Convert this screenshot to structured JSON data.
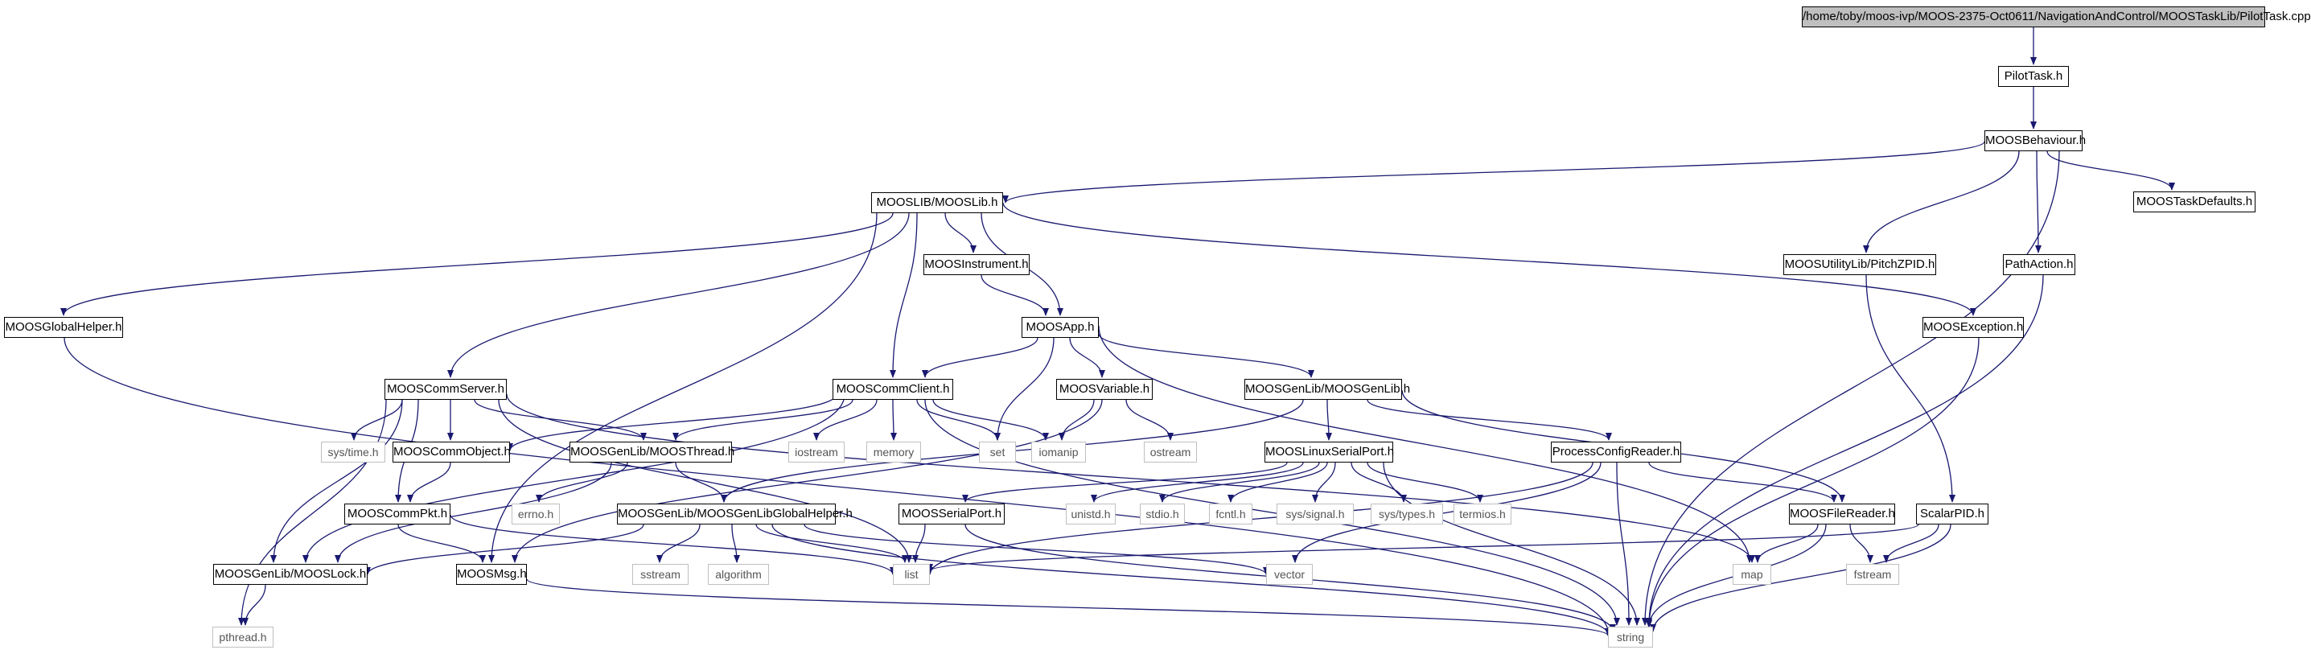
{
  "colors": {
    "edge": "#191970",
    "border": "#000000",
    "system_border": "#bfbfbf",
    "root_fill": "#bfbfbf"
  },
  "nodes": {
    "root": "/home/toby/moos-ivp/MOOS-2375-Oct0611/NavigationAndControl/MOOSTaskLib/PilotTask.cpp",
    "pilottask": "PilotTask.h",
    "behaviour": "MOOSBehaviour.h",
    "mooslib": "MOOSLIB/MOOSLib.h",
    "taskdefaults": "MOOSTaskDefaults.h",
    "pitchzpid": "MOOSUtilityLib/PitchZPID.h",
    "pathaction": "PathAction.h",
    "instrument": "MOOSInstrument.h",
    "globalhelper": "MOOSGlobalHelper.h",
    "moosexception": "MOOSException.h",
    "moosapp": "MOOSApp.h",
    "commserver": "MOOSCommServer.h",
    "commclient": "MOOSCommClient.h",
    "variable": "MOOSVariable.h",
    "genlib": "MOOSGenLib/MOOSGenLib.h",
    "systime": "sys/time.h",
    "commobject": "MOOSCommObject.h",
    "moosthread": "MOOSGenLib/MOOSThread.h",
    "iostream": "iostream",
    "memory": "memory",
    "set": "set",
    "iomanip": "iomanip",
    "ostream": "ostream",
    "linuxserial": "MOOSLinuxSerialPort.h",
    "procconfig": "ProcessConfigReader.h",
    "commpkt": "MOOSCommPkt.h",
    "errno": "errno.h",
    "globalhelper2": "MOOSGenLib/MOOSGenLibGlobalHelper.h",
    "serialport": "MOOSSerialPort.h",
    "unistd": "unistd.h",
    "stdio": "stdio.h",
    "fcntl": "fcntl.h",
    "signal": "sys/signal.h",
    "systypes": "sys/types.h",
    "termios": "termios.h",
    "filereader": "MOOSFileReader.h",
    "scalarpid": "ScalarPID.h",
    "mooslock": "MOOSGenLib/MOOSLock.h",
    "moosmsg": "MOOSMsg.h",
    "sstream": "sstream",
    "algorithm": "algorithm",
    "list": "list",
    "vector": "vector",
    "map": "map",
    "fstream": "fstream",
    "pthread": "pthread.h",
    "string": "string"
  }
}
